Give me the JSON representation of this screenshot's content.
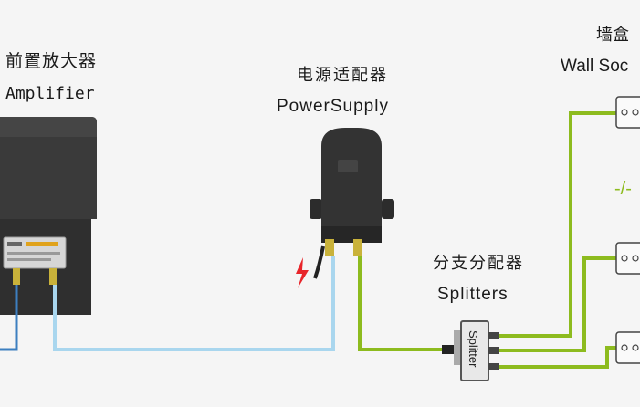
{
  "amplifier": {
    "label_cn": "前置放大器",
    "label_en": "Amplifier"
  },
  "power_supply": {
    "label_cn": "电源适配器",
    "label_en": "PowerSupply"
  },
  "splitter": {
    "label_cn": "分支分配器",
    "label_en": "Splitters",
    "device_text": "Splitter"
  },
  "wall_socket": {
    "label_cn": "墙盒",
    "label_en": "Wall Soc",
    "separator": "-/-"
  },
  "colors": {
    "coax_blue": "#a9d6ee",
    "coax_green": "#8dbb1e",
    "device_dark": "#333333",
    "lightning": "#e8252a"
  },
  "icons": [
    "lightning-icon"
  ]
}
